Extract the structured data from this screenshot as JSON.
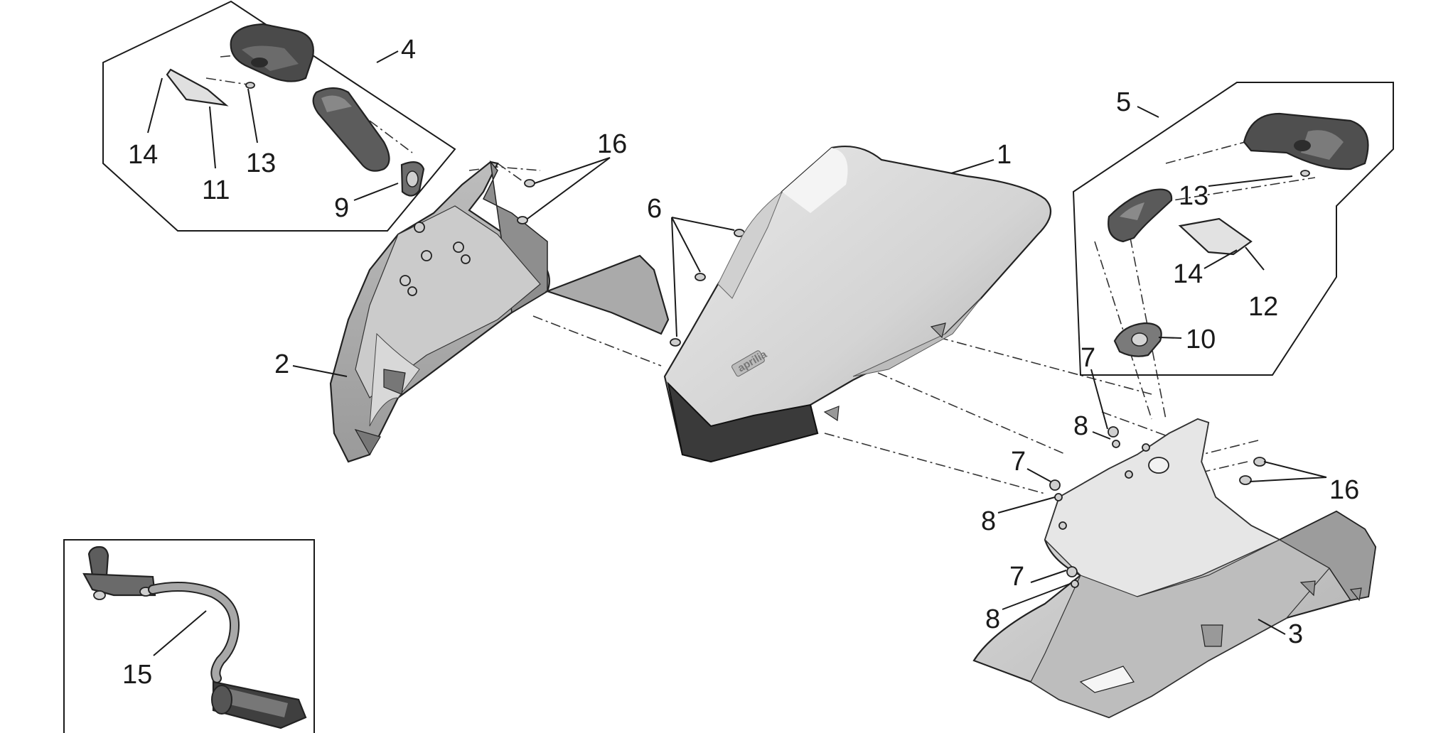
{
  "diagram": {
    "brand_mark": "aprilia",
    "callouts": {
      "c1": "1",
      "c2": "2",
      "c3": "3",
      "c4": "4",
      "c5": "5",
      "c6": "6",
      "c7_a": "7",
      "c7_b": "7",
      "c7_c": "7",
      "c8_a": "8",
      "c8_b": "8",
      "c8_c": "8",
      "c9": "9",
      "c10": "10",
      "c11": "11",
      "c12": "12",
      "c13_left": "13",
      "c13_right": "13",
      "c14_left": "14",
      "c14_right": "14",
      "c15": "15",
      "c16_top": "16",
      "c16_right": "16"
    }
  }
}
